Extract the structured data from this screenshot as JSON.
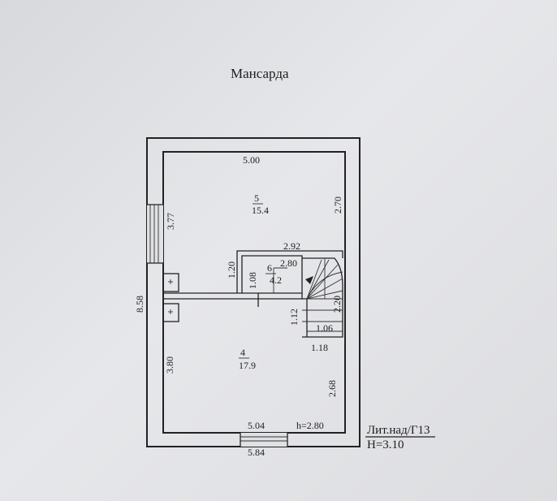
{
  "title": "Мансарда",
  "stamp": {
    "lit": "Лит.над/Г13",
    "height": "Н=3.10"
  },
  "rooms": [
    {
      "id": "5",
      "number": "5",
      "area": "15.4"
    },
    {
      "id": "6",
      "number": "6",
      "area": "4.2"
    },
    {
      "id": "4",
      "number": "4",
      "area": "17.9"
    }
  ],
  "dimensions": {
    "top_width": "5.00",
    "left_upper": "3.77",
    "right_upper": "2.70",
    "room6_outer_width": "2.92",
    "room6_inner_width": "2.80",
    "room6_left_outer": "1.20",
    "room6_left_inner": "1.08",
    "stair_height": "2.20",
    "stair_step": "1.12",
    "stair_landing": "1.06",
    "stair_bottom": "1.18",
    "overall_height": "8.58",
    "left_lower": "3.80",
    "right_lower": "2.68",
    "bottom_inner": "5.04",
    "ceiling_height": "h=2.80",
    "bottom_outer": "5.84"
  }
}
